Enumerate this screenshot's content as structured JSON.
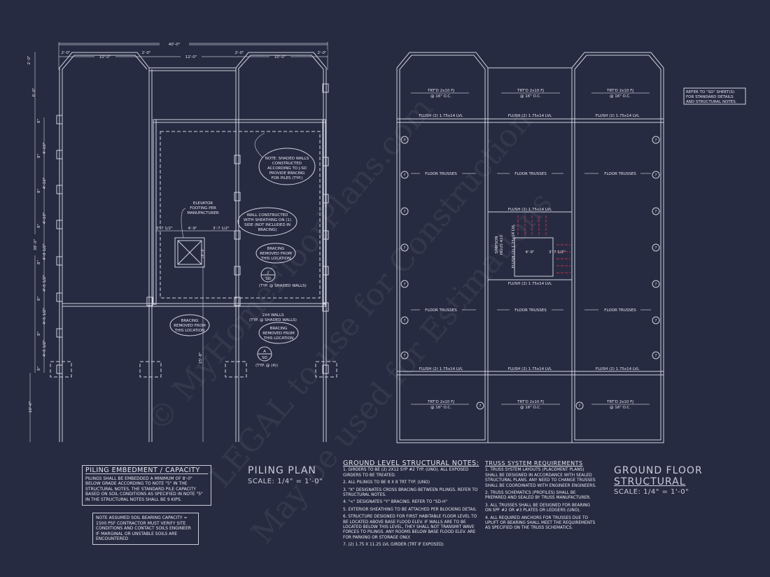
{
  "colors": {
    "background": "#262b41",
    "lines": "#cfd3de",
    "stair_hatch": "#c0304a"
  },
  "watermark": [
    "© MyHomeFloorPlans.com",
    "LEGAL to use for Construction",
    "May be used for Estimations"
  ],
  "piling_plan": {
    "title": "PILING PLAN",
    "scale": "SCALE: 1/4\" = 1'-0\"",
    "dims_top": {
      "overall": "40'-0\"",
      "a": "2'-0\"",
      "b": "2'-0\"",
      "c": "2'-0\"",
      "d": "2'-0\"",
      "bay1": "10'-0\"",
      "bay2": "12'-0\"",
      "bay3": "10'-0\""
    },
    "dims_left": {
      "top": "2'-0\"",
      "upper": "6'-0\"",
      "overall": "38'-0\"",
      "bottom": "10'-0\"",
      "spans": [
        "4'-10\"",
        "4'-10\"",
        "4'-10\"",
        "4'-9 1/2\"",
        "4'-5 1/2\"",
        "4'-5 1/2\"",
        "4'-5 1/2\""
      ],
      "piles": "8\""
    },
    "elevator_label": [
      "ELEVATOR",
      "FOOTING PER",
      "MANUFACTURER"
    ],
    "elev_dims": {
      "left": "3'-7 1/2\"",
      "mid": "4'-9\"",
      "right": "3'-7 1/2\"",
      "side": "4'-4\""
    },
    "vertical_dim": "25'-8\"",
    "cloud_shaded": [
      "NOTE: SHADED WALLS",
      "CONSTRUCTED",
      "ACCORDING TO J-SD",
      "PROVIDE BRACING",
      "FOR PILES (TYP.)"
    ],
    "cloud_wall": [
      "WALL CONSTRUCTED",
      "WITH SHEATHING ON (1)",
      "SIDE (NOT INCLUDED IN",
      "BRACING)"
    ],
    "cloud_bracing": [
      "BRACING",
      "REMOVED FROM",
      "THIS LOCATION"
    ],
    "tag_j": {
      "top": "J",
      "bottom": "SD",
      "note": "(TYP. @ SHADED WALLS)"
    },
    "walls_2x4": [
      "2X4 WALLS",
      "(TYP. @ SHADED WALLS)"
    ],
    "tag_a": {
      "top": "A",
      "bottom": "SD",
      "note": "(TYP. @ (4))"
    }
  },
  "piling_embedment": {
    "heading": "PILING EMBEDMENT / CAPACITY",
    "text": "PILINGS SHALL BE EMBEDDED A MINIMUM OF 8'-0\" BELOW GRADE ACCORDING TO NOTE \"5\" IN THE STRUCTURAL NOTES. THE STANDARD PILE CAPACITY BASED ON SOIL CONDITIONS AS SPECIFIED IN NOTE \"5\" IN THE STRUCTURAL NOTES SHALL BE 9 KIPS.",
    "soil_note": "NOTE ASSUMED SOIL BEARING CAPACITY = 1500 PSF CONTRACTOR MUST VERIFY SITE CONDITIONS AND CONTACT SOILS ENGINEER IF MARGINAL OR UNSTABLE SOILS ARE ENCOUNTERED"
  },
  "ground_notes": {
    "heading": "GROUND LEVEL STRUCTURAL NOTES:",
    "items": [
      "1. GIRDERS TO BE (2) 2x12 SYP #2 TYP. (UNO). ALL EXPOSED GIRDERS TO BE TREATED.",
      "2. ALL PILINGS TO BE 8 x 8 TRT TYP. (UNO)",
      "3. \"X\" DESIGNATES CROSS BRACING BETWEEN PILINGS. REFER TO STRUCTURAL NOTES.",
      "4. \"<\" DESIGNATES \"Y\" BRACING. REFER TO \"SD-H\"",
      "5. EXTERIOR SHEATHING TO BE ATTACHED PER BLOCKING DETAIL",
      "6. STRUCTURE DESIGNED FOR FIRST HABITABLE FLOOR LEVEL TO BE LOCATED ABOVE BASE FLOOD ELEV. IF WALLS ARE TO BE LOCATED BELOW THIS LEVEL, THEY SHALL NOT TRANSMIT WAVE FORCES TO PILINGS. ANY ROOMS BELOW BASE FLOOD ELEV. ARE FOR PARKING OR STORAGE ONLY.",
      "7. (2) 1.75 X 11.25 LVL GIRDER (TRT IF EXPOSED)"
    ]
  },
  "truss_notes": {
    "heading": "TRUSS SYSTEM REQUIREMENTS",
    "items": [
      "1. TRUSS SYSTEM LAYOUTS (PLACEMENT PLANS) SHALL BE DESIGNED IN ACCORDANCE WITH SEALED STRUCTURAL PLANS. ANY NEED TO CHANGE TRUSSES SHALL BE COORDINATED WITH ENGINEER ENGINEERS.",
      "2. TRUSS SCHEMATICS (PROFILES) SHALL BE PREPARED AND SEALED BY TRUSS MANUFACTURER.",
      "3. ALL TRUSSES SHALL BE DESIGNED FOR BEARING ON SPF #2 OR #3 PLATES OR LEDGERS (UNO).",
      "4. ALL REQUIRED ANCHORS FOR TRUSSES DUE TO UPLIFT OR BEARING SHALL MEET THE REQUIREMENTS AS SPECIFIED ON THE TRUSS SCHEMATICS."
    ]
  },
  "ground_floor": {
    "title_1": "GROUND FLOOR",
    "title_2": "STRUCTURAL",
    "scale": "SCALE: 1/4\" = 1'-0\"",
    "refer_note": [
      "REFER TO \"SD\" SHEET(S)",
      "FOR STANDARD DETAILS",
      "AND STRUCTURAL NOTES."
    ],
    "joist_1": "TRT'D 2x10 FJ",
    "joist_2": "@ 16\" O.C.",
    "flush": "FLUSH (2) 1.75x14 LVL",
    "floor_trusses": "FLOOR TRUSSES",
    "simpson": [
      "SIMPSON",
      "HGUS 410"
    ],
    "stair_dims": {
      "mid": "4'-9\"",
      "right": "3'-7 1/2\""
    },
    "bubble": "?"
  }
}
